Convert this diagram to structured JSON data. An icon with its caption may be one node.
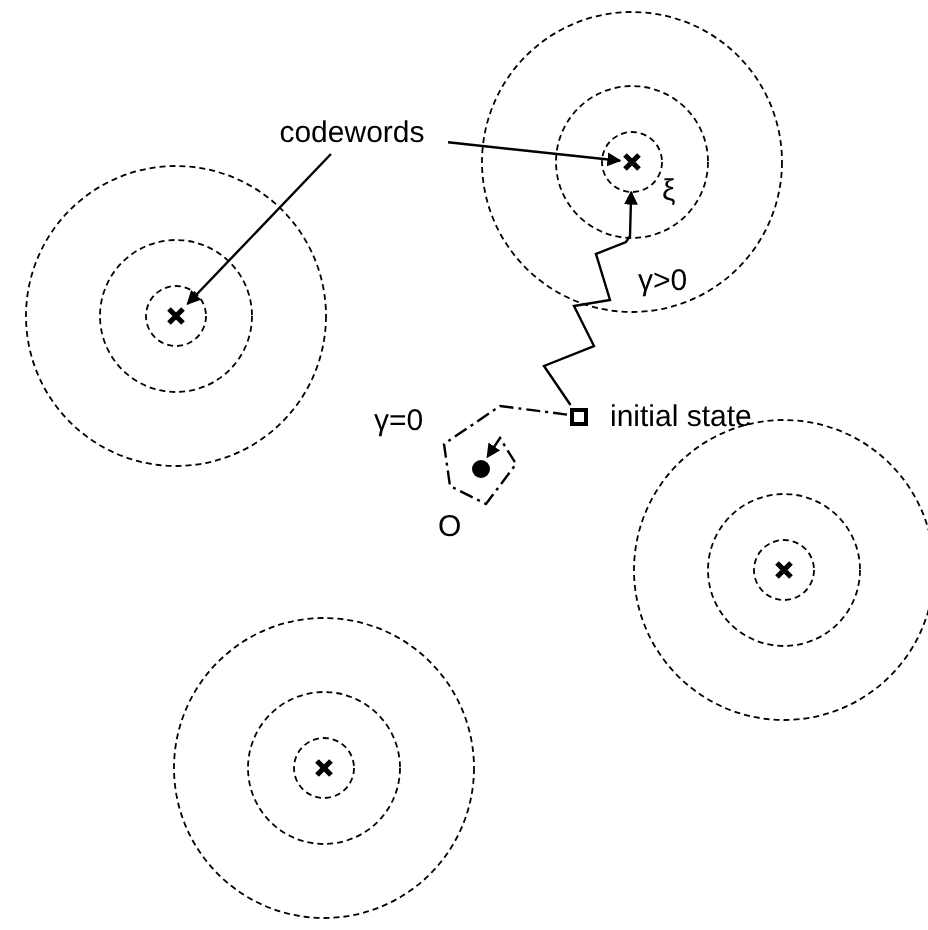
{
  "diagram": {
    "nodes": [
      {
        "text": [
          "codewords"
        ]
      },
      {
        "text": [],
        "shape": "cross"
      },
      {
        "text": [],
        "shape": "cross"
      },
      {
        "text": [],
        "shape": "box",
        "beside": [
          "initial state"
        ]
      },
      {
        "text": [],
        "shape": "circle",
        "beside": [
          "O"
        ]
      },
      {
        "text": [],
        "shape": "cross"
      },
      {
        "text": [],
        "shape": "cross"
      }
    ],
    "edges": [
      {
        "from": 0,
        "to": 1,
        "arrow": "to"
      },
      {
        "from": 0,
        "to": 2,
        "arrow": "to"
      },
      {
        "from": 3,
        "to": 1,
        "arrow": "to",
        "label": "γ>0"
      },
      {
        "from": 3,
        "to": 4,
        "arrow": "to",
        "label": "γ=0",
        "style": "dashed"
      }
    ],
    "labels": [
      "ξ"
    ]
  }
}
